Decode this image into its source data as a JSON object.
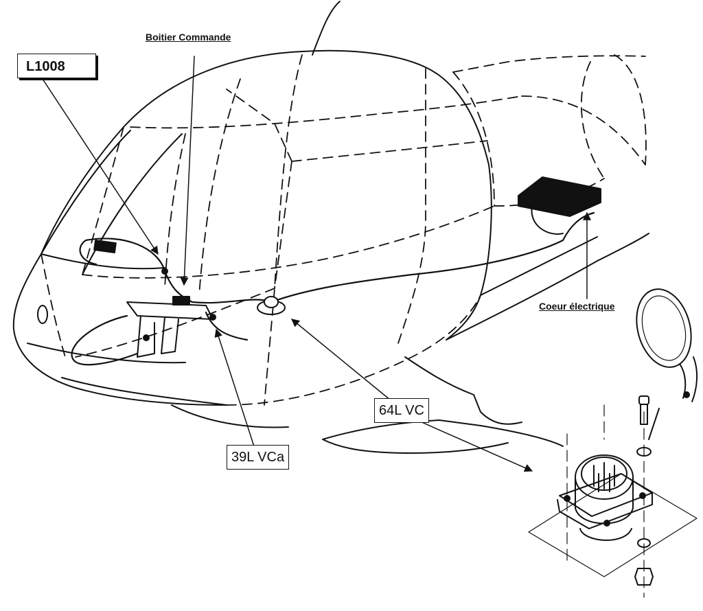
{
  "diagram": {
    "labels": {
      "ref_code": "L1008",
      "control_box": "Boitier Commande",
      "electrical_core": "Coeur électrique",
      "connector_64": "64L VC",
      "connector_39": "39L VCa"
    },
    "icons": {
      "helicopter": "helicopter-cabin-outline-icon",
      "connector": "circular-electrical-connector-icon",
      "control_unit": "control-box-icon",
      "screw": "screw-icon",
      "nut": "nut-icon",
      "washer": "washer-icon",
      "mirror": "mirror-icon"
    },
    "colors": {
      "ink": "#111111",
      "paper": "#ffffff"
    }
  }
}
